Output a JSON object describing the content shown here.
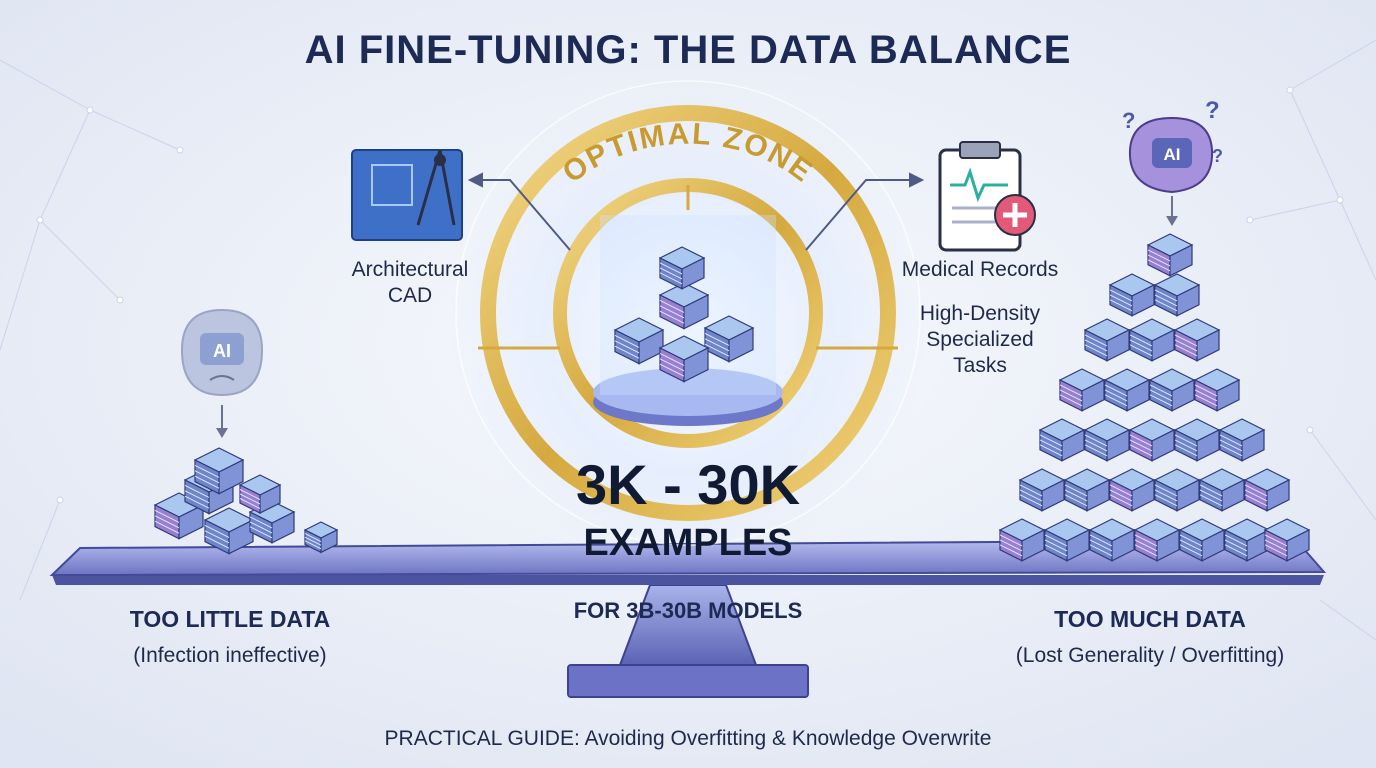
{
  "colors": {
    "background": "#e9edf6",
    "title": "#1c2a55",
    "gold": "#d8b04a",
    "cube_top": "#a9c7ef",
    "cube_side": "#6e86c9",
    "cube_purple": "#9a7fd1",
    "beam": "#8f98d6",
    "text": "#1f2a4a"
  },
  "header": {
    "title": "AI FINE-TUNING: THE DATA BALANCE"
  },
  "center": {
    "ring_label": "OPTIMAL ZONE",
    "range": "3K - 30K",
    "unit": "EXAMPLES",
    "models": "FOR 3B-30B MODELS"
  },
  "examples": {
    "left": {
      "icon": "blueprint-compass-icon",
      "label_line1": "Architectural",
      "label_line2": "CAD"
    },
    "right": {
      "icon": "clipboard-medical-icon",
      "label": "Medical Records",
      "note_line1": "High-Density",
      "note_line2": "Specialized",
      "note_line3": "Tasks"
    }
  },
  "left_side": {
    "icon": "sad-ai-robot-icon",
    "ai_badge": "AI",
    "heading": "TOO LITTLE DATA",
    "caption": "(Infection ineffective)"
  },
  "right_side": {
    "icon": "confused-ai-brain-icon",
    "ai_badge": "AI",
    "heading": "TOO MUCH DATA",
    "caption": "(Lost Generality / Overfitting)"
  },
  "footer": {
    "text": "PRACTICAL GUIDE: Avoiding Overfitting & Knowledge Overwrite"
  }
}
